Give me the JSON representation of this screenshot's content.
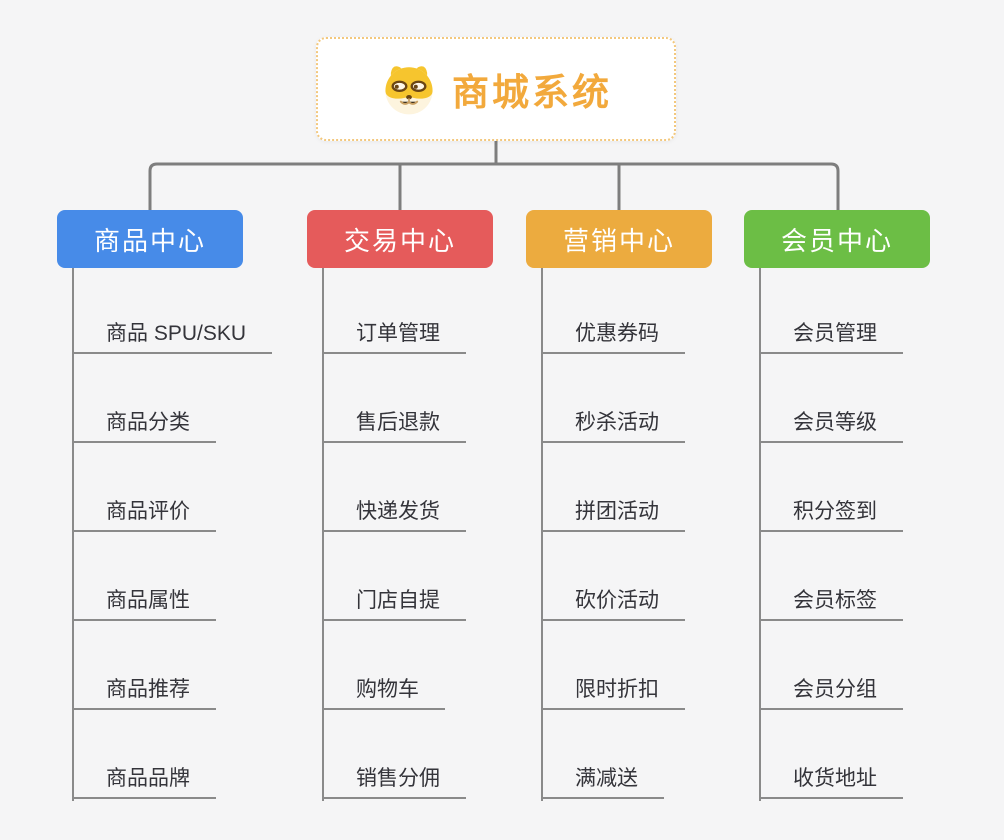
{
  "root": {
    "title": "商城系统",
    "icon": "doge-icon"
  },
  "branches": [
    {
      "label": "商品中心",
      "color": "#478BE8",
      "children": [
        "商品 SPU/SKU",
        "商品分类",
        "商品评价",
        "商品属性",
        "商品推荐",
        "商品品牌"
      ]
    },
    {
      "label": "交易中心",
      "color": "#E55B5B",
      "children": [
        "订单管理",
        "售后退款",
        "快递发货",
        "门店自提",
        "购物车",
        "销售分佣"
      ]
    },
    {
      "label": "营销中心",
      "color": "#ECAB3F",
      "children": [
        "优惠券码",
        "秒杀活动",
        "拼团活动",
        "砍价活动",
        "限时折扣",
        "满减送"
      ]
    },
    {
      "label": "会员中心",
      "color": "#6CBE45",
      "children": [
        "会员管理",
        "会员等级",
        "积分签到",
        "会员标签",
        "会员分组",
        "收货地址"
      ]
    }
  ],
  "colors": {
    "background": "#F5F5F6",
    "connector": "#7E7E7E",
    "leaf_line": "#8A8A8A",
    "leaf_text": "#34343A",
    "root_text": "#F2A93C",
    "root_border": "#F3C87E"
  }
}
